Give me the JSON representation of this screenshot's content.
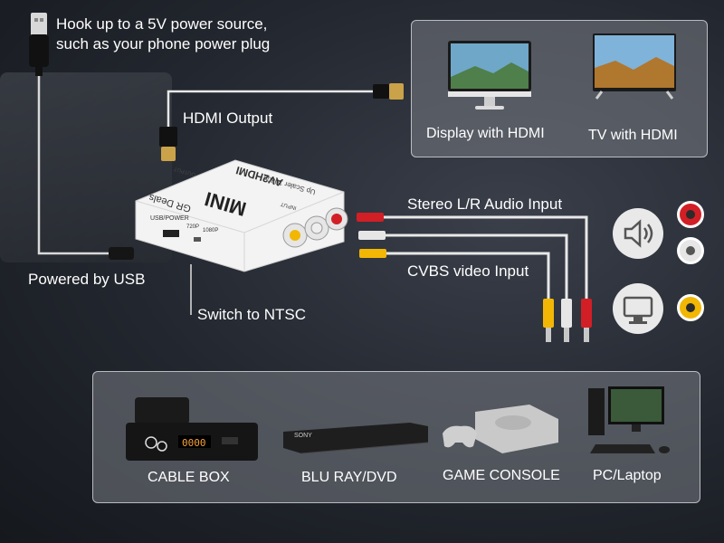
{
  "callouts": {
    "power_source": "Hook up to a 5V power source,\nsuch as your phone power plug",
    "power_line1": "Hook up to a 5V power source,",
    "power_line2": "such as your phone power plug",
    "hdmi_output": "HDMI Output",
    "powered_usb": "Powered by USB",
    "switch_ntsc": "Switch to NTSC",
    "stereo_input": "Stereo L/R Audio Input",
    "cvbs_input": "CVBS video Input"
  },
  "device": {
    "title": "MINI",
    "model": "AV2HDMI",
    "subtitle": "Up Scaler 1080p",
    "brand": "GR Deals",
    "port_input": "INPUT",
    "port_output": "OUTPUT",
    "usb_label": "USB/POWER",
    "res_720": "720P",
    "res_1080": "1080P"
  },
  "displays": {
    "items": [
      {
        "label": "Display with HDMI",
        "icon": "monitor-icon"
      },
      {
        "label": "TV with HDMI",
        "icon": "tv-icon"
      }
    ]
  },
  "sources": {
    "items": [
      {
        "label": "CABLE BOX",
        "icon": "cable-box-icon"
      },
      {
        "label": "BLU RAY/DVD",
        "icon": "dvd-player-icon"
      },
      {
        "label": "GAME CONSOLE",
        "icon": "game-console-icon"
      },
      {
        "label": "PC/Laptop",
        "icon": "pc-icon"
      }
    ]
  },
  "colors": {
    "rca_red": "#d21f26",
    "rca_white": "#e6e6e6",
    "rca_yellow": "#f2b705",
    "hdmi_gold": "#c9a24a",
    "panel_border": "#dcdee2"
  },
  "cable_box_display": "0000",
  "dvd_brand": "SONY"
}
